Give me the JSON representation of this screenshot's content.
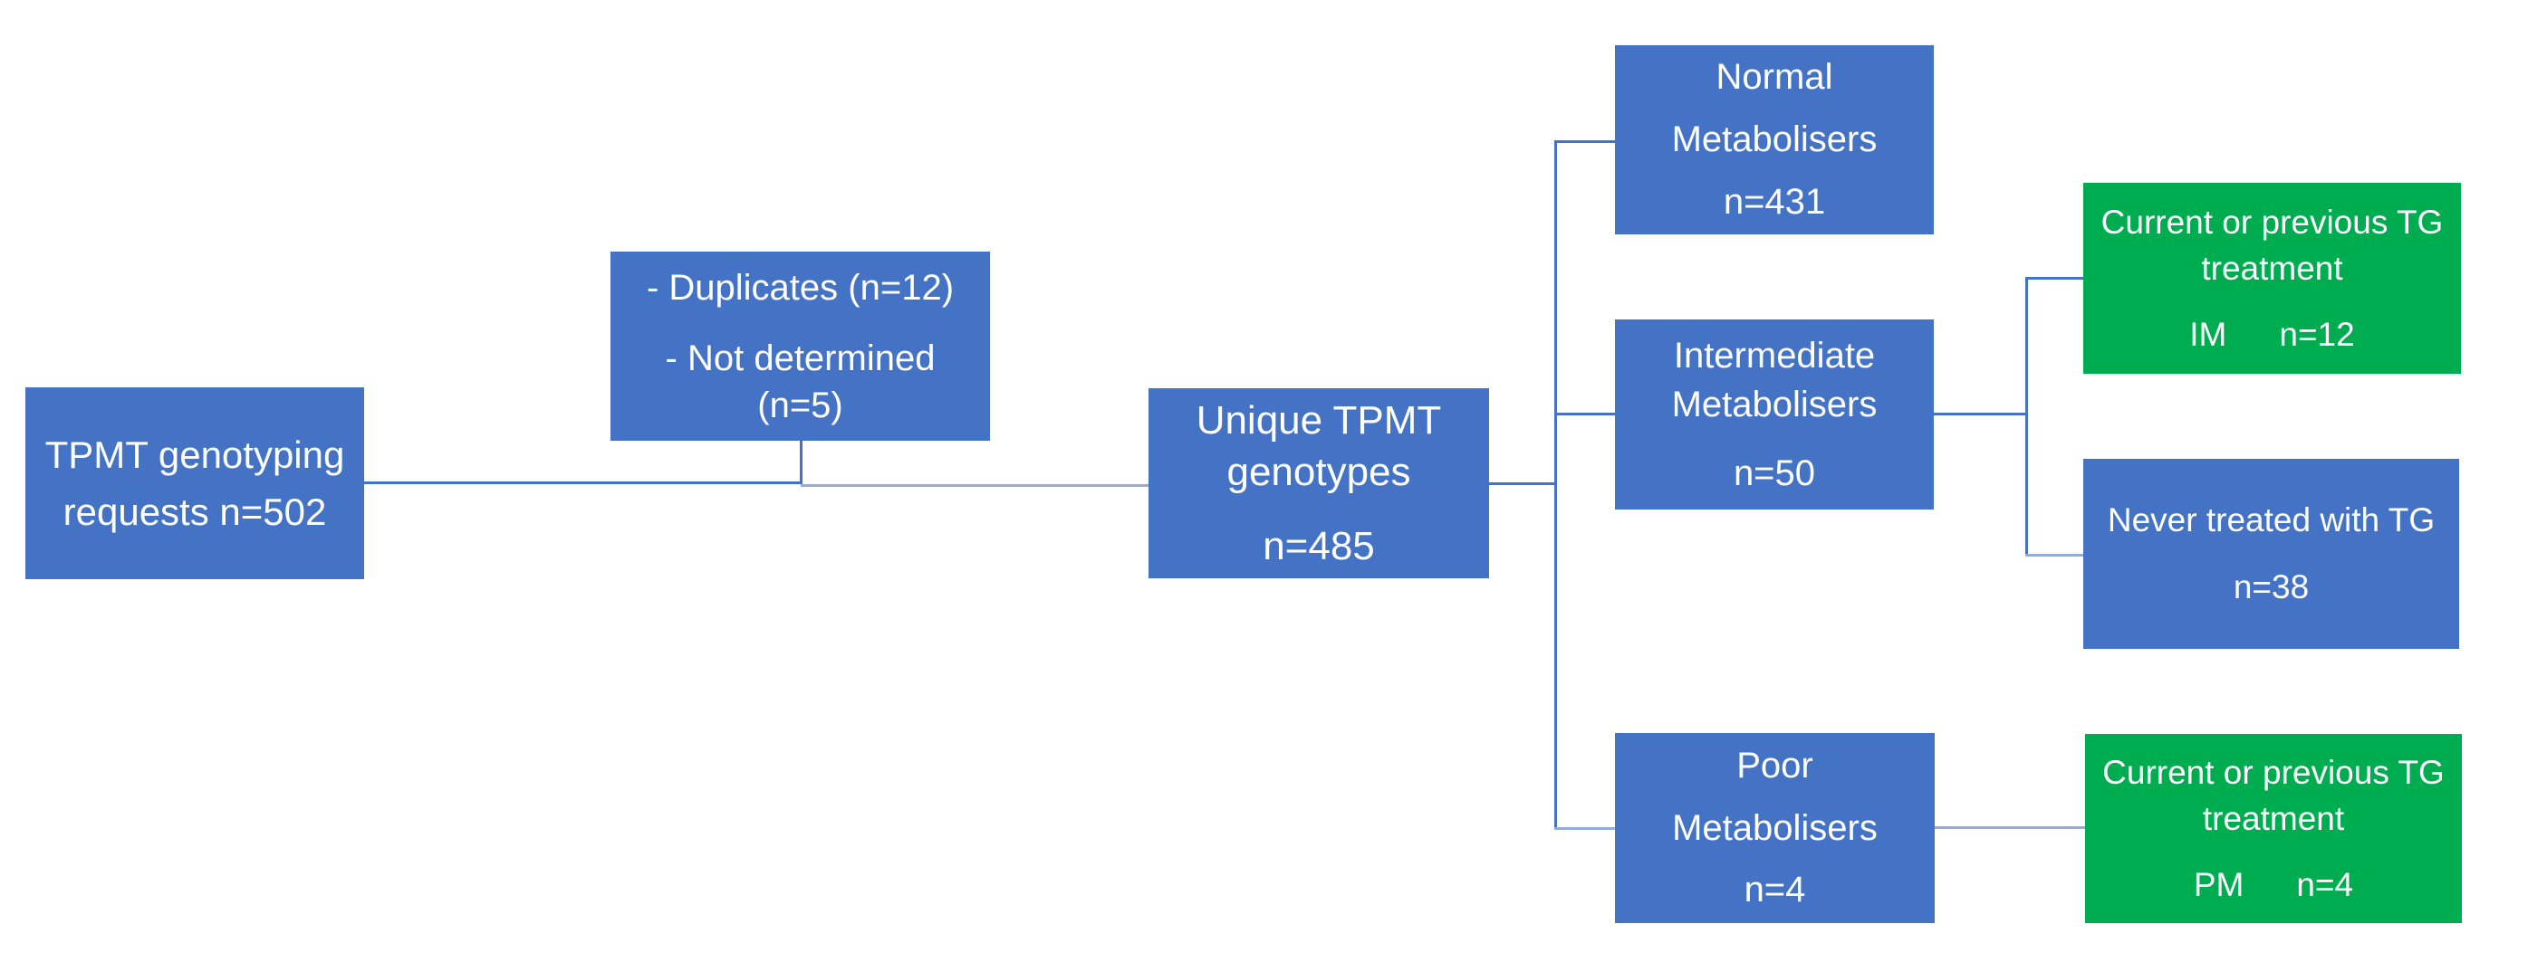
{
  "diagram": {
    "title": "TPMT genotyping flowchart",
    "colors": {
      "box_blue": "#4472C4",
      "box_green": "#00AC50",
      "connector": "#4472C4",
      "connector_light": "#96ABD9",
      "text": "#FFFFFF",
      "background": "#FFFFFF"
    },
    "nodes": {
      "requests": {
        "lines": [
          "TPMT genotyping",
          "requests n=502"
        ]
      },
      "exclusions": {
        "lines": [
          "- Duplicates (n=12)",
          "- Not determined",
          "(n=5)"
        ]
      },
      "unique": {
        "lines": [
          "Unique TPMT",
          "genotypes"
        ],
        "count": "n=485"
      },
      "normal": {
        "lines": [
          "Normal",
          "Metabolisers"
        ],
        "count": "n=431"
      },
      "intermediate": {
        "lines": [
          "Intermediate",
          "Metabolisers"
        ],
        "count": "n=50"
      },
      "poor": {
        "lines": [
          "Poor",
          "Metabolisers"
        ],
        "count": "n=4"
      },
      "tg_im": {
        "lines": [
          "Current or previous TG",
          "treatment"
        ],
        "count_prefix": "IM",
        "count": "n=12"
      },
      "never": {
        "lines": [
          "Never treated with TG"
        ],
        "count": "n=38"
      },
      "tg_pm": {
        "lines": [
          "Current or previous TG",
          "treatment"
        ],
        "count_prefix": "PM",
        "count": "n=4"
      }
    },
    "edges": [
      "requests -> unique",
      "exclusions -> main line",
      "unique -> normal",
      "unique -> intermediate",
      "unique -> poor",
      "intermediate -> tg_im",
      "intermediate -> never",
      "poor -> tg_pm"
    ]
  }
}
